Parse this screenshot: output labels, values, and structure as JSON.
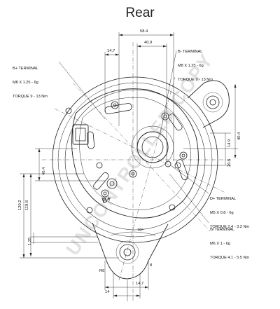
{
  "title": "Rear",
  "watermark": "UNCONTROLLED COPY",
  "callouts": {
    "b_plus": {
      "name": "B+ TERMINAL",
      "thread": "M8 X 1.25 - 6g",
      "torque": "TORQUE 9 - 13 Nm"
    },
    "b_minus": {
      "name": "B- TERMINAL",
      "thread": "M8 X 1.25 - 6g",
      "torque": "TORQUE 9 - 13 Nm"
    },
    "d_plus": {
      "name": "D+ TERMINAL",
      "thread": "M5 X 0.8 - 6g",
      "torque": "TORQUE 2.4 - 3.2 Nm"
    },
    "w": {
      "name": "W TERMINAL",
      "thread": "M6 X 1 - 6g",
      "torque": "TORQUE 4.1 - 5.5 Nm"
    }
  },
  "terminal_mark": "B+",
  "dimensions": {
    "d58_4": "58.4",
    "d40_9": "40.9",
    "d14_7_top": "14.7",
    "d14_9": "14.9",
    "d40_4_right": "40.4",
    "d20_5": "20.5",
    "d40_4_left": "40.4",
    "d120_2": "120.2",
    "d119_8": "119.8",
    "d1_25": "1.25",
    "d70": "70°",
    "d8": "8",
    "dr1_6": "R6",
    "d14_7_bottom": "14.7",
    "d14": "14"
  }
}
